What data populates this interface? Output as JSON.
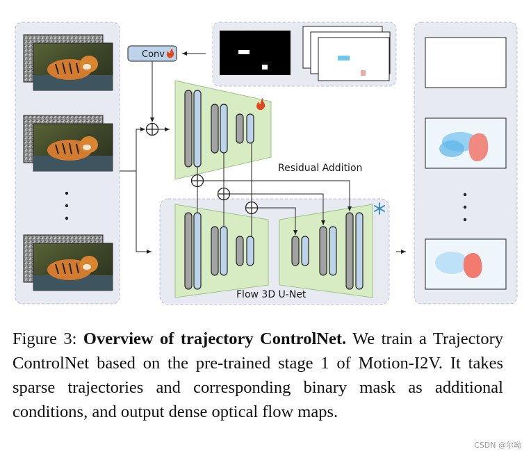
{
  "diagram": {
    "conv_label": "Conv",
    "residual_label": "Residual Addition",
    "unet_label": "Flow 3D U-Net"
  },
  "caption": {
    "prefix": "Figure 3: ",
    "bold": "Overview of trajectory ControlNet.",
    "rest": " We train a Trajectory ControlNet based on the pre-trained stage 1 of Motion-I2V. It takes sparse trajectories and corresponding binary mask as additional conditions, and output dense optical flow maps."
  },
  "watermark": "CSDN @尔呦",
  "colors": {
    "panel_bg": "#e8eaf2",
    "panel_border": "#b9bfd3",
    "unet_fill": "#d8ecc4",
    "unet_stroke": "#9bc387",
    "block_gray": "#a3a3a3",
    "block_blue": "#bcd3ea",
    "conv_fill": "#bcd3ea",
    "flame": "#e2461a",
    "snowflake": "#2f86c6"
  }
}
